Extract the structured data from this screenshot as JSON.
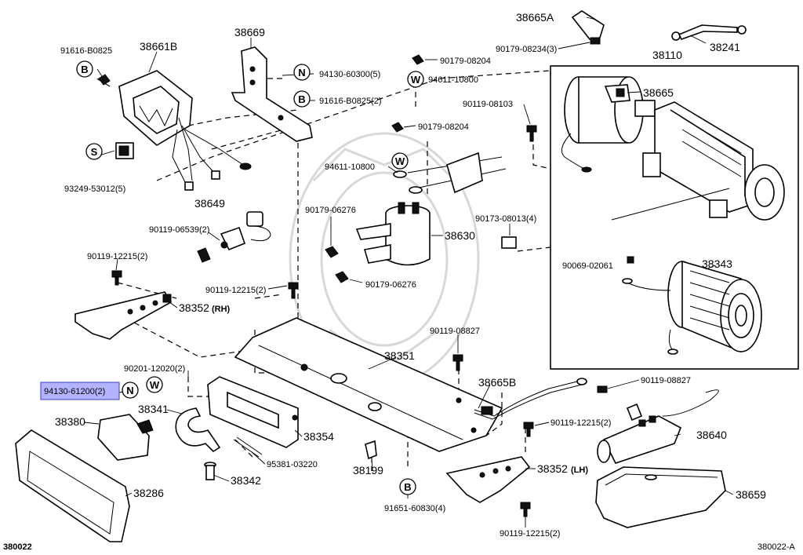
{
  "figure_code_left": "380022",
  "figure_code_right": "380022-A",
  "highlight_color": "#b3b3ff",
  "symbols": {
    "b": "B",
    "n": "N",
    "s": "S",
    "w": "W"
  },
  "parts": {
    "p38665A": "38665A",
    "p38241": "38241",
    "p90179_08234": "90179-08234(3)",
    "p38110": "38110",
    "p38669": "38669",
    "p91616_B0825": "91616-B0825",
    "p38661B": "38661B",
    "p90179_08204a": "90179-08204",
    "p94130_60300": "94130-60300(5)",
    "p94611_10800a": "94611-10800",
    "p91616_B0825_2": "91616-B0825(2)",
    "p38665": "38665",
    "p90119_08103": "90119-08103",
    "p90179_08204b": "90179-08204",
    "p93249_53012": "93249-53012(5)",
    "p94611_10800b": "94611-10800",
    "p38649": "38649",
    "p90179_06276a": "90179-06276",
    "p90173_08013": "90173-08013(4)",
    "p90119_06539": "90119-06539(2)",
    "p38630": "38630",
    "p90119_12215a": "90119-12215(2)",
    "p90069_02061": "90069-02061",
    "p38343": "38343",
    "p90119_12215b": "90119-12215(2)",
    "p90179_06276b": "90179-06276",
    "p38352_rh": "38352",
    "rh": "(RH)",
    "p90119_08827a": "90119-08827",
    "p90201_12020": "90201-12020(2)",
    "p38351": "38351",
    "p94130_61200": "94130-61200(2)",
    "p38665B": "38665B",
    "p90119_08827b": "90119-08827",
    "p38341": "38341",
    "p90119_12215c": "90119-12215(2)",
    "p38380": "38380",
    "p38354": "38354",
    "p38640": "38640",
    "p95381_03220": "95381-03220",
    "p38199": "38199",
    "p38352_lh": "38352",
    "lh": "(LH)",
    "p38342": "38342",
    "p38659": "38659",
    "p38286": "38286",
    "p91651_60830": "91651-60830(4)",
    "p90119_12215d": "90119-12215(2)"
  }
}
